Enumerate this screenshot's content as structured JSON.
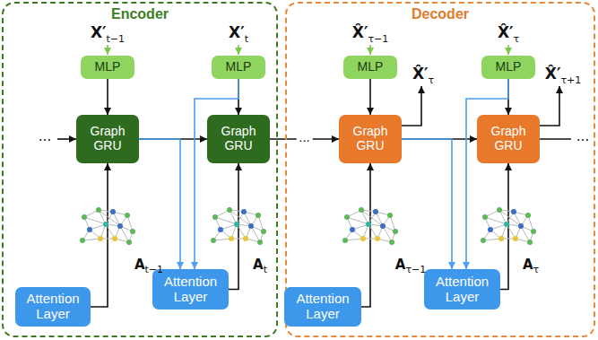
{
  "diagram": {
    "nodes": [
      {
        "text": [
          "Encoder"
        ]
      },
      {
        "text": [
          "MLP"
        ],
        "in": 0
      },
      {
        "text": [
          "Graph GRU"
        ],
        "in": 0
      },
      {
        "text": [
          "Attention Layer"
        ],
        "in": 0
      },
      {
        "text": [
          "MLP"
        ],
        "in": 0
      },
      {
        "text": [
          "Graph GRU"
        ],
        "in": 0
      },
      {
        "text": [
          "Attention Layer"
        ],
        "in": 0
      },
      {
        "text": [
          "Decoder"
        ]
      },
      {
        "text": [
          "MLP"
        ],
        "in": 7
      },
      {
        "text": [
          "Graph GRU"
        ],
        "in": 7
      },
      {
        "text": [
          "Attention Layer"
        ],
        "in": 7
      },
      {
        "text": [
          "MLP"
        ],
        "in": 7
      },
      {
        "text": [
          "Graph GRU"
        ],
        "in": 7
      },
      {
        "text": [
          "Attention Layer"
        ],
        "in": 7
      }
    ],
    "edges": [
      {
        "from": 1,
        "to": 2,
        "arrow": "to"
      },
      {
        "from": 4,
        "to": 5,
        "arrow": "to"
      },
      {
        "from": 2,
        "to": 5,
        "arrow": "to"
      },
      {
        "from": 5,
        "to": 9,
        "arrow": "to",
        "label": "..."
      },
      {
        "from": 9,
        "to": 12,
        "arrow": "to"
      },
      {
        "from": 8,
        "to": 9,
        "arrow": "to"
      },
      {
        "from": 11,
        "to": 12,
        "arrow": "to"
      },
      {
        "from": 3,
        "to": 2,
        "arrow": "to"
      },
      {
        "from": 6,
        "to": 5,
        "arrow": "to"
      },
      {
        "from": 10,
        "to": 9,
        "arrow": "to"
      },
      {
        "from": 13,
        "to": 12,
        "arrow": "to"
      },
      {
        "from": 4,
        "to": 6,
        "arrow": "to"
      },
      {
        "from": 2,
        "to": 6,
        "arrow": "to"
      },
      {
        "from": 11,
        "to": 13,
        "arrow": "to"
      },
      {
        "from": 9,
        "to": 13,
        "arrow": "to"
      }
    ],
    "labels": [
      "X′t−1",
      "X′t",
      "X̂′τ−1",
      "X̂′τ",
      "X̂′τ",
      "X̂′τ+1",
      "At−1",
      "At",
      "Aτ−1",
      "Aτ",
      "...",
      "..."
    ]
  }
}
